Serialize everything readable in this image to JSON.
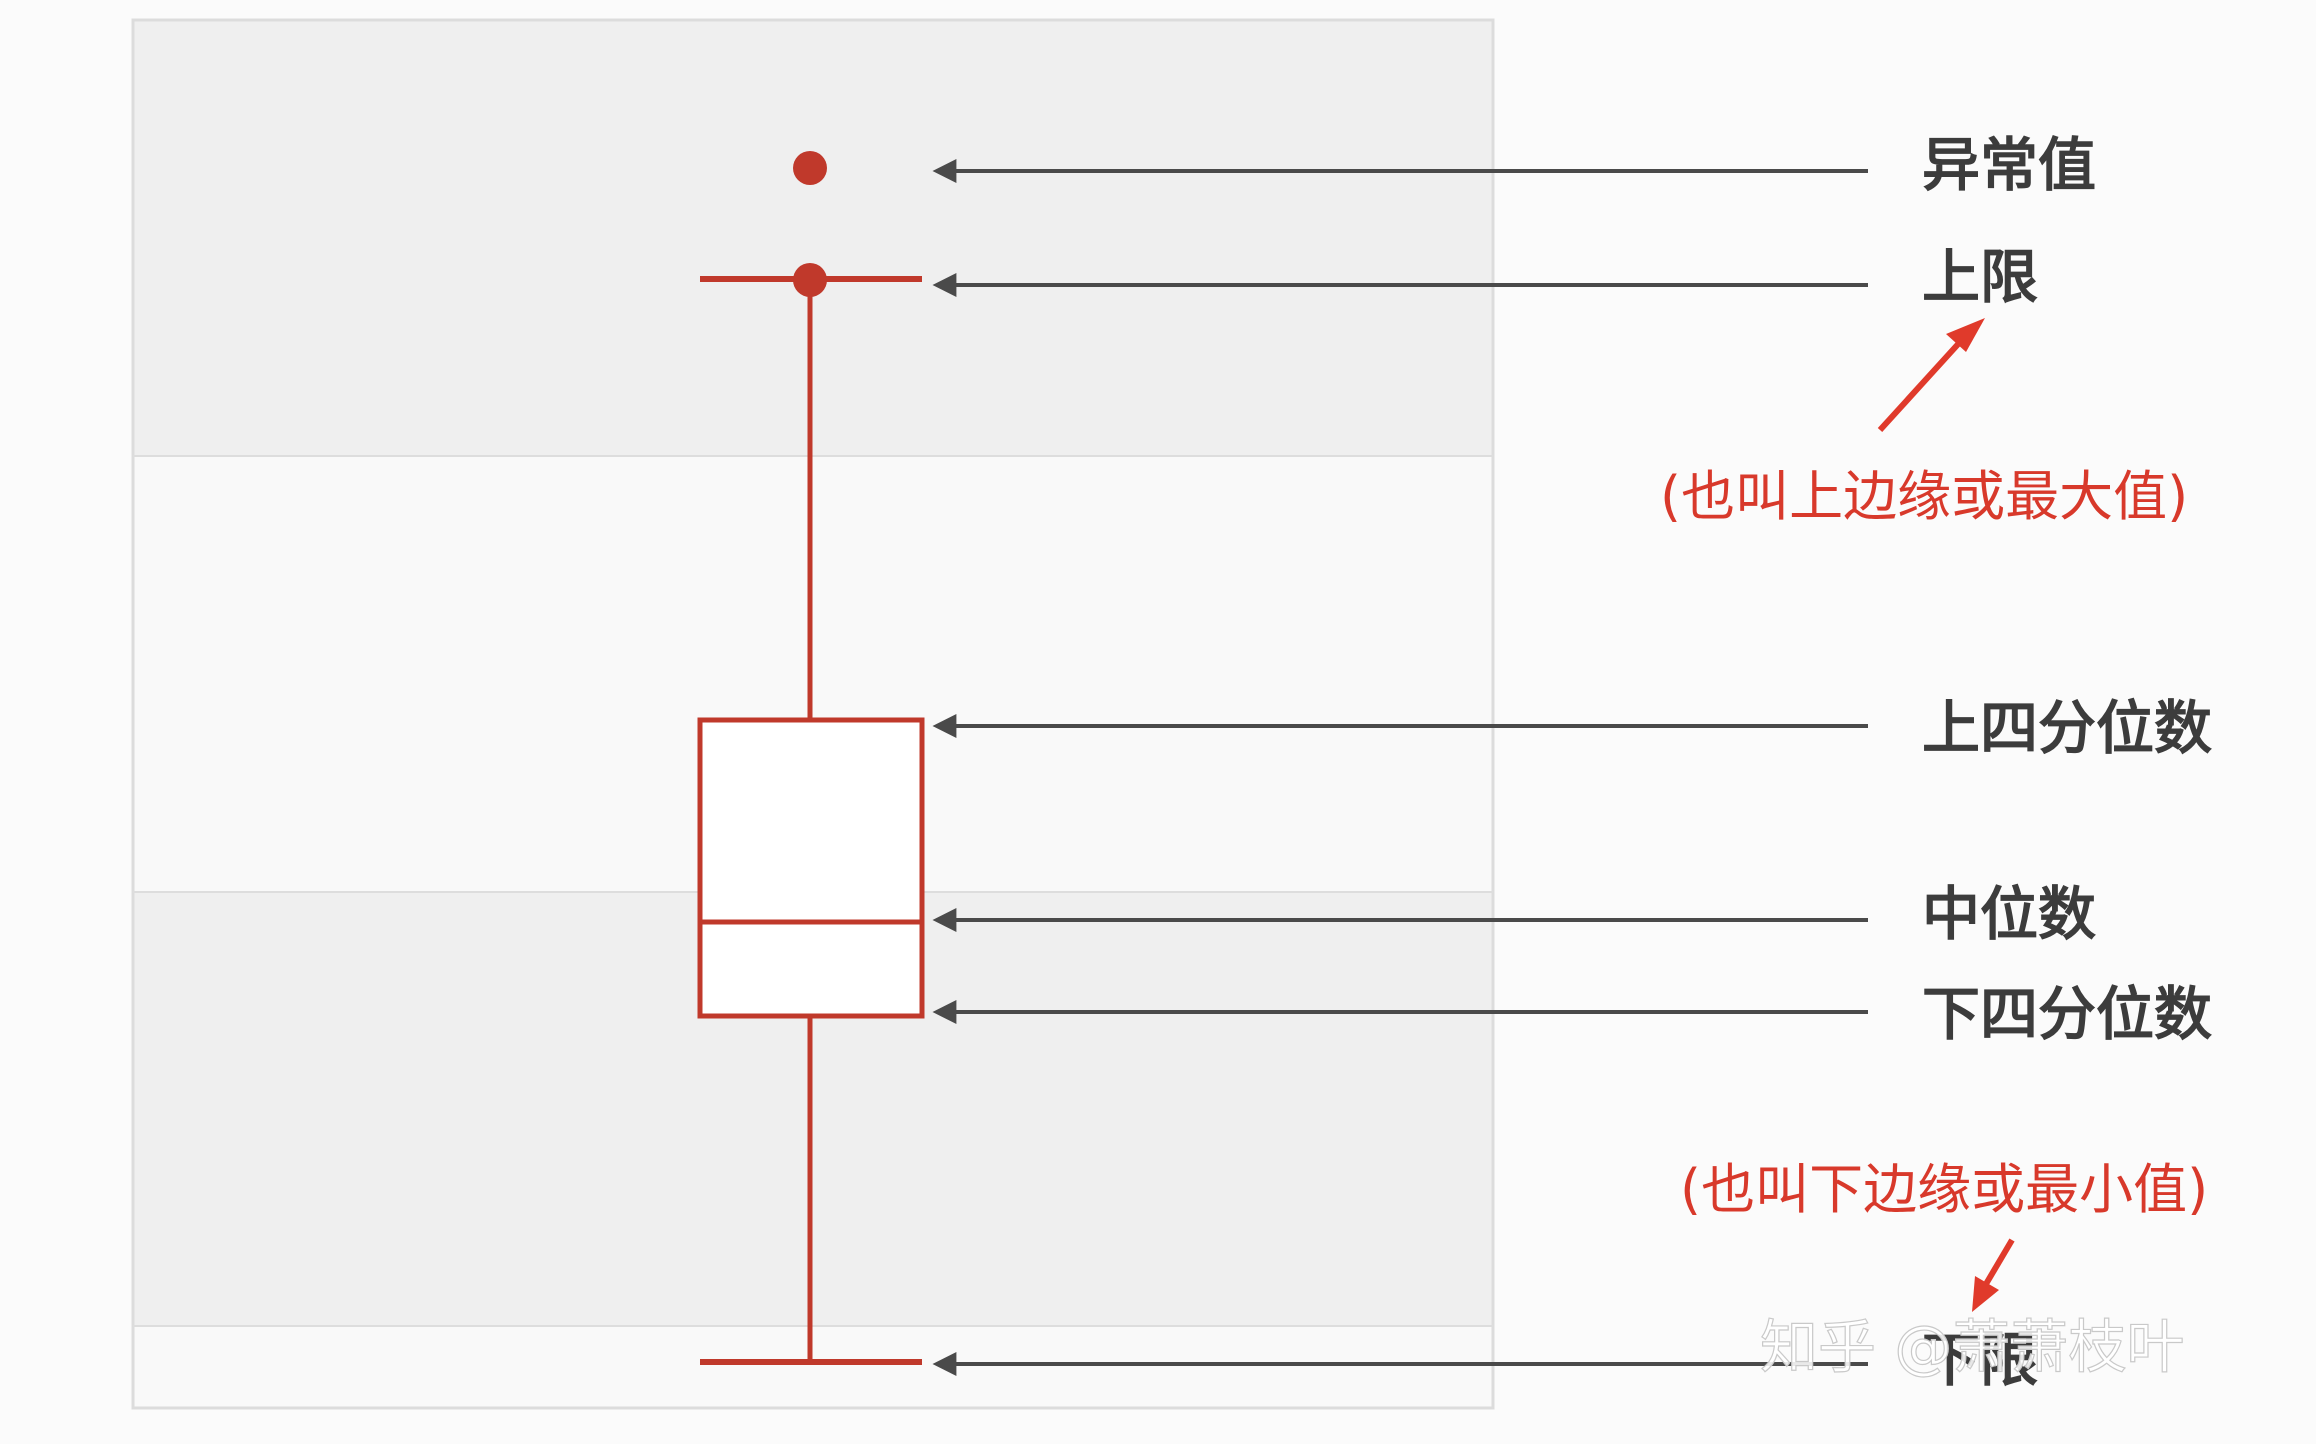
{
  "diagram": {
    "title": "",
    "labels": {
      "outlier": "异常值",
      "upper_limit": "上限",
      "upper_quartile": "上四分位数",
      "median": "中位数",
      "lower_quartile": "下四分位数",
      "lower_limit": "下限"
    },
    "notes": {
      "upper_alias": "(也叫上边缘或最大值)",
      "lower_alias": "(也叫下边缘或最小值)"
    },
    "watermark": "知乎 @萧萧枝叶"
  },
  "colors": {
    "box_red": "#c0392b",
    "note_red": "#d8392b",
    "arrow_gray": "#4a4a4a",
    "band_dark": "#efefef",
    "band_light": "#f9f9f9",
    "frame": "#dcdcdc"
  }
}
